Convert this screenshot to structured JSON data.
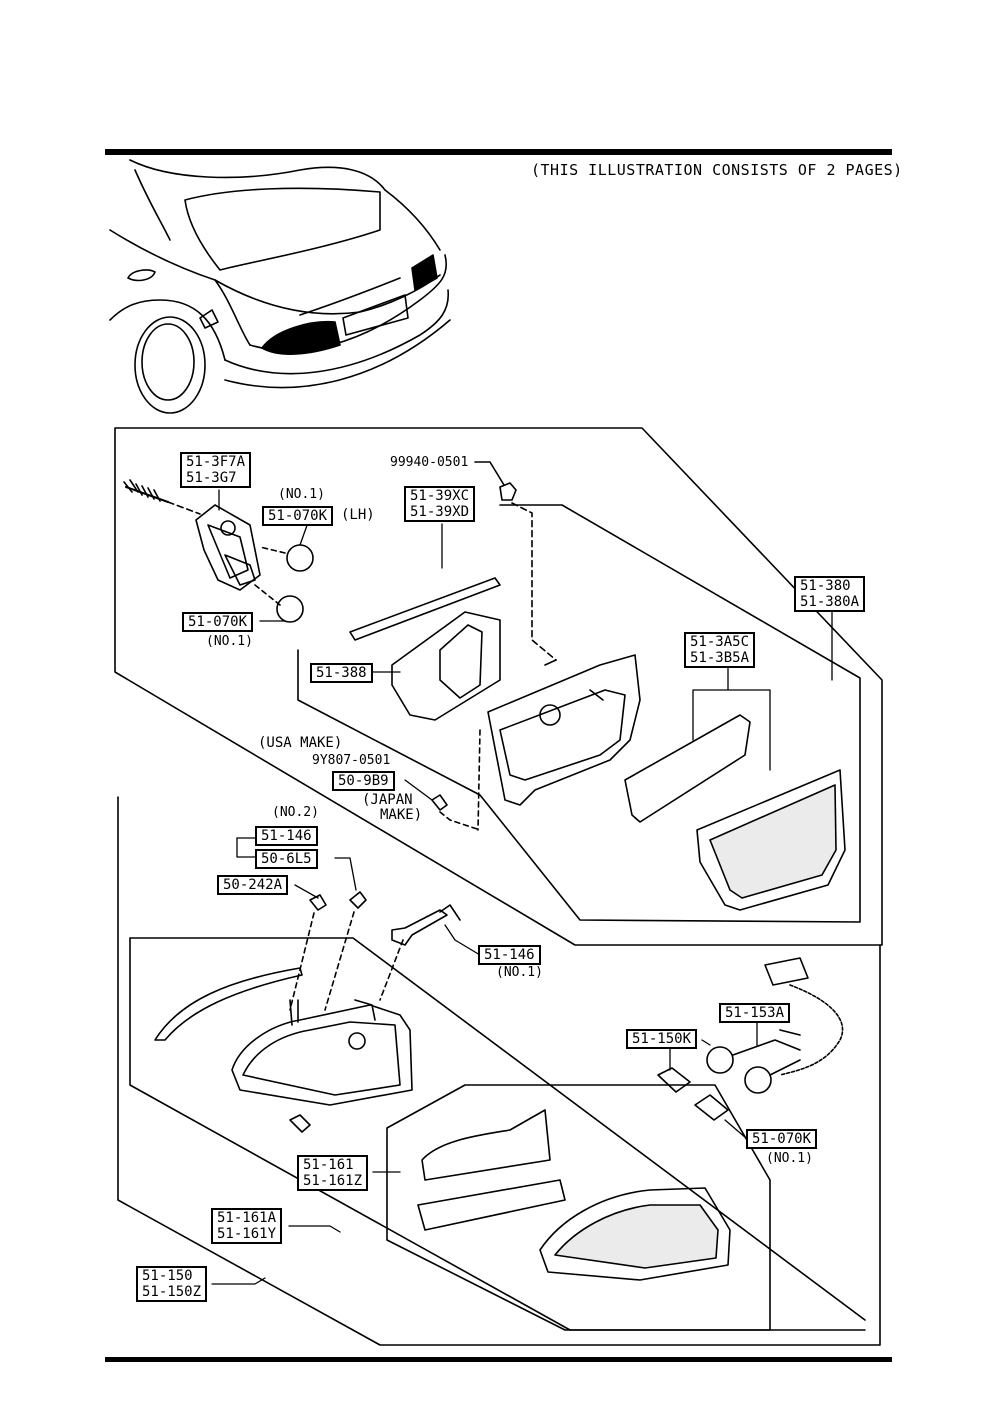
{
  "header": {
    "note": "(THIS ILLUSTRATION CONSISTS OF  2 PAGES)"
  },
  "callouts": {
    "c_51_3F7A": [
      "51-3F7A",
      "51-3G7"
    ],
    "c_no1_top": "(NO.1)",
    "c_51_070K_lh": "51-070K",
    "c_lh": "(LH)",
    "c_51_070K_2": "51-070K",
    "c_no1_2": "(NO.1)",
    "c_99940": "99940-0501",
    "c_51_39XC": [
      "51-39XC",
      "51-39XD"
    ],
    "c_51_388": "51-388",
    "c_51_380": [
      "51-380",
      "51-380A"
    ],
    "c_51_3A5C": [
      "51-3A5C",
      "51-3B5A"
    ],
    "c_usa": "(USA MAKE)",
    "c_9y807": "9Y807-0501",
    "c_50_9B9": "50-9B9",
    "c_japan_1": "(JAPAN",
    "c_japan_2": "MAKE)",
    "c_no2": "(NO.2)",
    "c_51_146_top": "51-146",
    "c_50_6L5": "50-6L5",
    "c_50_242A": "50-242A",
    "c_51_146_mid": "51-146",
    "c_no1_mid": "(NO.1)",
    "c_51_153A": "51-153A",
    "c_51_150K": "51-150K",
    "c_51_070K_bot": "51-070K",
    "c_no1_bot": "(NO.1)",
    "c_51_161": [
      "51-161",
      "51-161Z"
    ],
    "c_51_161A": [
      "51-161A",
      "51-161Y"
    ],
    "c_51_150": [
      "51-150",
      "51-150Z"
    ]
  }
}
